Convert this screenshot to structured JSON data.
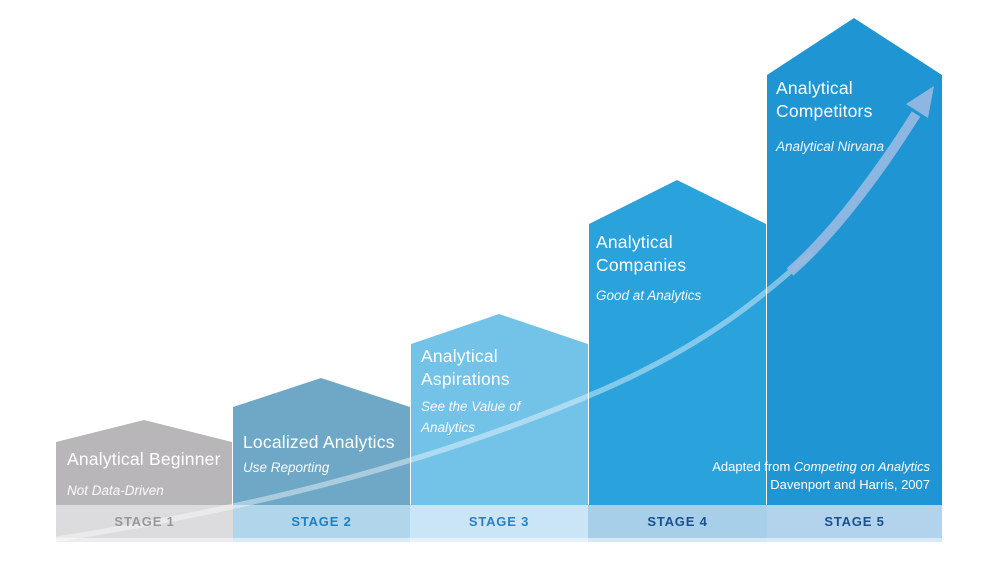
{
  "diagram": {
    "name": "analytics-maturity-stages",
    "background_color": "#ffffff"
  },
  "stages": [
    {
      "band_label": "STAGE 1",
      "title": "Analytical Beginner",
      "subtitle": "Not Data-Driven",
      "bar_color": "#b9b6ba",
      "band_color": "#dcdbdd",
      "band_strip_color": "#edecee",
      "band_text_color": "#98969a"
    },
    {
      "band_label": "STAGE 2",
      "title": "Localized Analytics",
      "subtitle": "Use Reporting",
      "bar_color": "#6ea8c6",
      "band_color": "#b1d6eb",
      "band_strip_color": "#d9ebf6",
      "band_text_color": "#1c80c3"
    },
    {
      "band_label": "STAGE 3",
      "title": "Analytical Aspirations",
      "subtitle": "See the Value of Analytics",
      "bar_color": "#73c3e9",
      "band_color": "#c9e5f6",
      "band_strip_color": "#e5f2fa",
      "band_text_color": "#2d7fc2"
    },
    {
      "band_label": "STAGE 4",
      "title": "Analytical Companies",
      "subtitle": "Good at Analytics",
      "bar_color": "#2aa2dc",
      "band_color": "#a8cfea",
      "band_strip_color": "#d4e8f5",
      "band_text_color": "#19508f"
    },
    {
      "band_label": "STAGE 5",
      "title": "Analytical Competitors",
      "subtitle": "Analytical Nirvana",
      "bar_color": "#1f96d3",
      "band_color": "#b2d3eb",
      "band_strip_color": "#d9e9f5",
      "band_text_color": "#19508f"
    }
  ],
  "arrow": {
    "shaft_color": "#97b9e1",
    "trail_color": "rgba(255,255,255,0.42)"
  },
  "attribution": {
    "prefix": "Adapted from ",
    "book_title": "Competing on Analytics",
    "line2": "Davenport and Harris, 2007"
  }
}
